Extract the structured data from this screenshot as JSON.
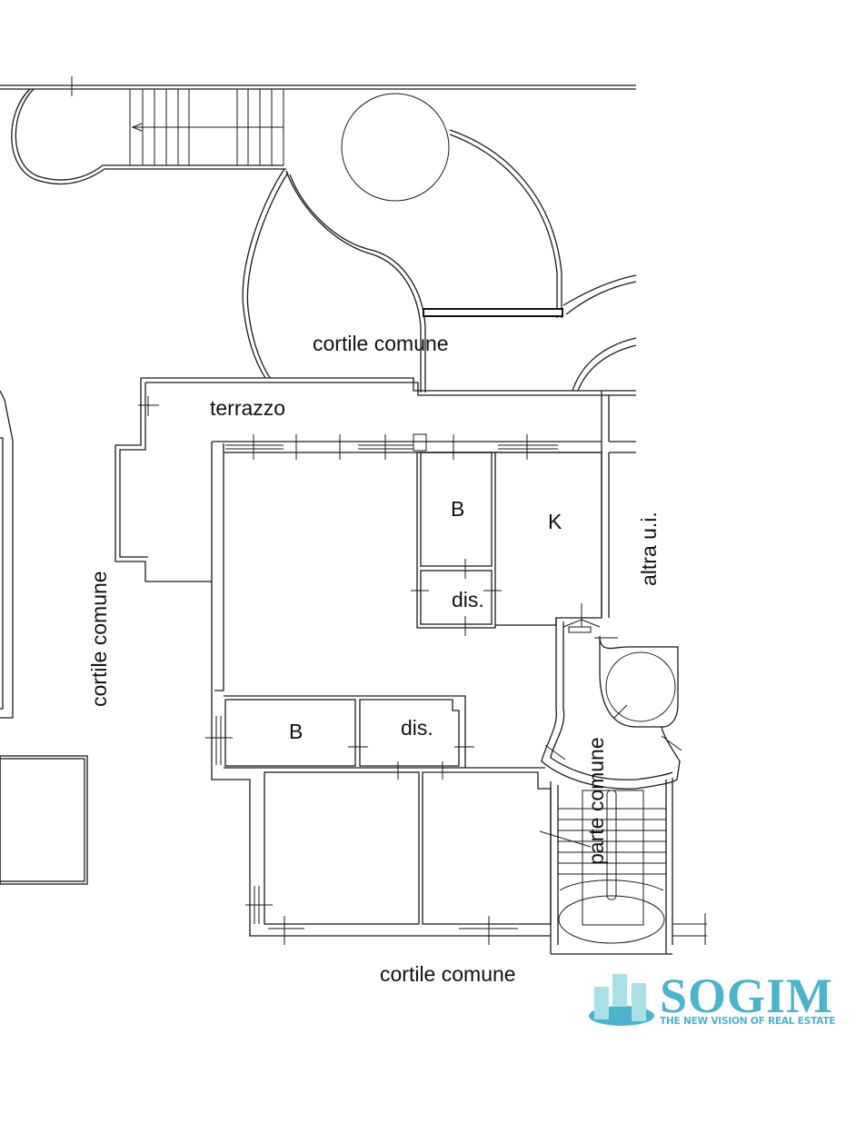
{
  "floor_plan": {
    "rooms": [
      {
        "id": "bath-1",
        "label": "B"
      },
      {
        "id": "kitchen",
        "label": "K"
      },
      {
        "id": "hall-1",
        "label": "dis."
      },
      {
        "id": "bath-2",
        "label": "B"
      },
      {
        "id": "hall-2",
        "label": "dis."
      }
    ],
    "areas": {
      "courtyard_top": "cortile comune",
      "courtyard_left": "cortile comune",
      "courtyard_bottom": "cortile comune",
      "terrace": "terrazzo",
      "other_unit": "altra u.i.",
      "common_part": "parte comune"
    }
  },
  "logo": {
    "name": "SOGIM",
    "tagline": "THE NEW VISION OF REAL ESTATE",
    "color": "#4ab3cd",
    "light_color": "#a9e0e6"
  }
}
